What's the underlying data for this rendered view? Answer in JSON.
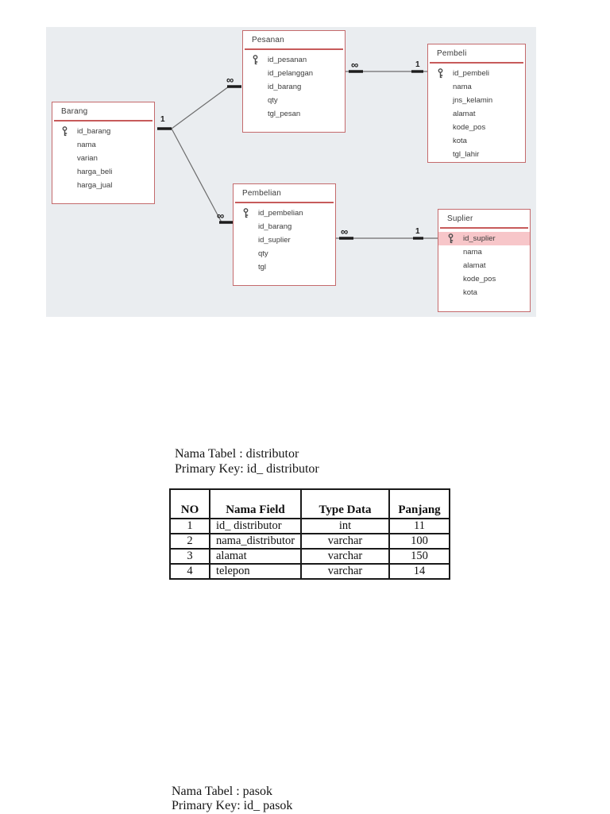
{
  "diagram": {
    "background": "#eaedf0",
    "box_border_color": "#c46a6c",
    "title_rule_color": "#c0504d",
    "highlight_color": "#f7c6c9",
    "entities": [
      {
        "name": "Barang",
        "primary_key": "id_barang",
        "fields": [
          "id_barang",
          "nama",
          "varian",
          "harga_beli",
          "harga_jual"
        ]
      },
      {
        "name": "Pesanan",
        "primary_key": "id_pesanan",
        "fields": [
          "id_pesanan",
          "id_pelanggan",
          "id_barang",
          "qty",
          "tgl_pesan"
        ]
      },
      {
        "name": "Pembeli",
        "primary_key": "id_pembeli",
        "fields": [
          "id_pembeli",
          "nama",
          "jns_kelamin",
          "alamat",
          "kode_pos",
          "kota",
          "tgl_lahir"
        ]
      },
      {
        "name": "Pembelian",
        "primary_key": "id_pembelian",
        "fields": [
          "id_pembelian",
          "id_barang",
          "id_suplier",
          "qty",
          "tgl"
        ]
      },
      {
        "name": "Suplier",
        "primary_key": "id_suplier",
        "highlighted_field": "id_suplier",
        "fields": [
          "id_suplier",
          "nama",
          "alamat",
          "kode_pos",
          "kota"
        ]
      }
    ],
    "relations": [
      {
        "from": "Barang",
        "from_label": "1",
        "to": "Pesanan",
        "to_label": "∞"
      },
      {
        "from": "Barang",
        "from_label": "1",
        "to": "Pembelian",
        "to_label": "∞"
      },
      {
        "from": "Pesanan",
        "from_label": "∞",
        "to": "Pembeli",
        "to_label": "1"
      },
      {
        "from": "Pembelian",
        "from_label": "∞",
        "to": "Suplier",
        "to_label": "1"
      }
    ],
    "symbols": {
      "one": "1",
      "many": "∞"
    },
    "icons": {
      "primary_key": "key-icon"
    }
  },
  "distributor_section": {
    "nama_tabel": "Nama Tabel : distributor",
    "primary_key": "Primary Key: id_ distributor",
    "table": {
      "headers": [
        "NO",
        "Nama Field",
        "Type Data",
        "Panjang"
      ],
      "rows": [
        [
          "1",
          "id_ distributor",
          "int",
          "11"
        ],
        [
          "2",
          "nama_distributor",
          "varchar",
          "100"
        ],
        [
          "3",
          "alamat",
          "varchar",
          "150"
        ],
        [
          "4",
          "telepon",
          "varchar",
          "14"
        ]
      ]
    }
  },
  "pasok_section": {
    "nama_tabel": "Nama Tabel : pasok",
    "primary_key": "Primary Key: id_ pasok"
  }
}
